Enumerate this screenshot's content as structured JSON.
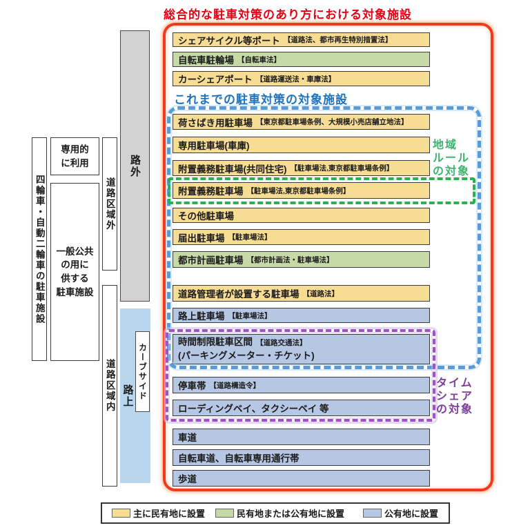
{
  "title": "総合的な駐車対策のあり方における対象施設",
  "subheading": "これまでの駐車対策の対象施設",
  "side_labels": {
    "chiiki_rule": {
      "line1": "地域",
      "line2": "ルール",
      "line3": "の対象"
    },
    "time_share": {
      "line1": "タイム",
      "line2": "シェア",
      "line3": "の対象"
    }
  },
  "left_axis": {
    "vehicle": "四輪車・自動二輪車の駐車施設",
    "senyo_lines": {
      "l1": "専用的",
      "l2": "に利用"
    },
    "ippan_lines": {
      "l1": "一般公共",
      "l2": "の用に",
      "l3": "供する",
      "l4": "駐車施設"
    },
    "kuiki_gai": "道路区域外",
    "kuiki_nai": "道路区域内",
    "rogai": "路外",
    "rojo": "路上",
    "curbside": "カーブサイド"
  },
  "colors": {
    "yellow": "#f7dc93",
    "green": "#c6daa8",
    "blue": "#b5c7e3",
    "frame_red": "#ee3b1e",
    "dash_blue": "#5b9bd5",
    "dash_green": "#27b34f",
    "dash_purple": "#9c53c6",
    "title_red": "#e60012",
    "heading_blue": "#1e73be"
  },
  "rows": [
    {
      "main": "シェアサイクル等ポート",
      "note": "【道路法、都市再生特別措置法】",
      "color": "#f7dc93"
    },
    {
      "main": "自転車駐輪場",
      "note": "【自転車法】",
      "color": "#c6daa8"
    },
    {
      "main": "カーシェアポート",
      "note": "【道路運送法・車庫法】",
      "color": "#f7dc93"
    },
    {
      "main": "荷さばき用駐車場",
      "note": "【東京都駐車場条例、大規模小売店舗立地法】",
      "color": "#f7dc93"
    },
    {
      "main": "専用駐車場(車庫)",
      "note": "",
      "color": "#f7dc93"
    },
    {
      "main": "附置義務駐車場(共同住宅)",
      "note": "【駐車場法,東京都駐車場条例】",
      "color": "#f7dc93"
    },
    {
      "main": "附置義務駐車場",
      "note": "【駐車場法,東京都駐車場条例】",
      "color": "#f7dc93"
    },
    {
      "main": "その他駐車場",
      "note": "",
      "color": "#f7dc93"
    },
    {
      "main": "届出駐車場",
      "note": "【駐車場法】",
      "color": "#f7dc93"
    },
    {
      "main": "都市計画駐車場",
      "note": "【都市計画法・駐車場法】",
      "color": "#c6daa8"
    },
    {
      "main": "道路管理者が設置する駐車場",
      "note": "【道路法】",
      "color": "#f7dc93"
    },
    {
      "main": "路上駐車場",
      "note": "【駐車場法】",
      "color": "#b5c7e3"
    },
    {
      "main": "時間制限駐車区間",
      "note": "【道路交通法】",
      "line2": "(パーキングメーター・チケット)",
      "color": "#b5c7e3"
    },
    {
      "main": "停車帯",
      "note": "【道路構造令】",
      "color": "#b5c7e3"
    },
    {
      "main": "ローディングベイ、タクシーベイ 等",
      "note": "",
      "color": "#b5c7e3"
    },
    {
      "main": "車道",
      "note": "",
      "color": "#b5c7e3"
    },
    {
      "main": "自転車道、自転車専用通行帯",
      "note": "",
      "color": "#b5c7e3"
    },
    {
      "main": "歩道",
      "note": "",
      "color": "#b5c7e3"
    }
  ],
  "legend": {
    "items": [
      {
        "label": "主に民有地に設置",
        "color": "#f7dc93"
      },
      {
        "label": "民有地または公有地に設置",
        "color": "#c6daa8"
      },
      {
        "label": "公有地に設置",
        "color": "#b5c7e3"
      }
    ]
  }
}
